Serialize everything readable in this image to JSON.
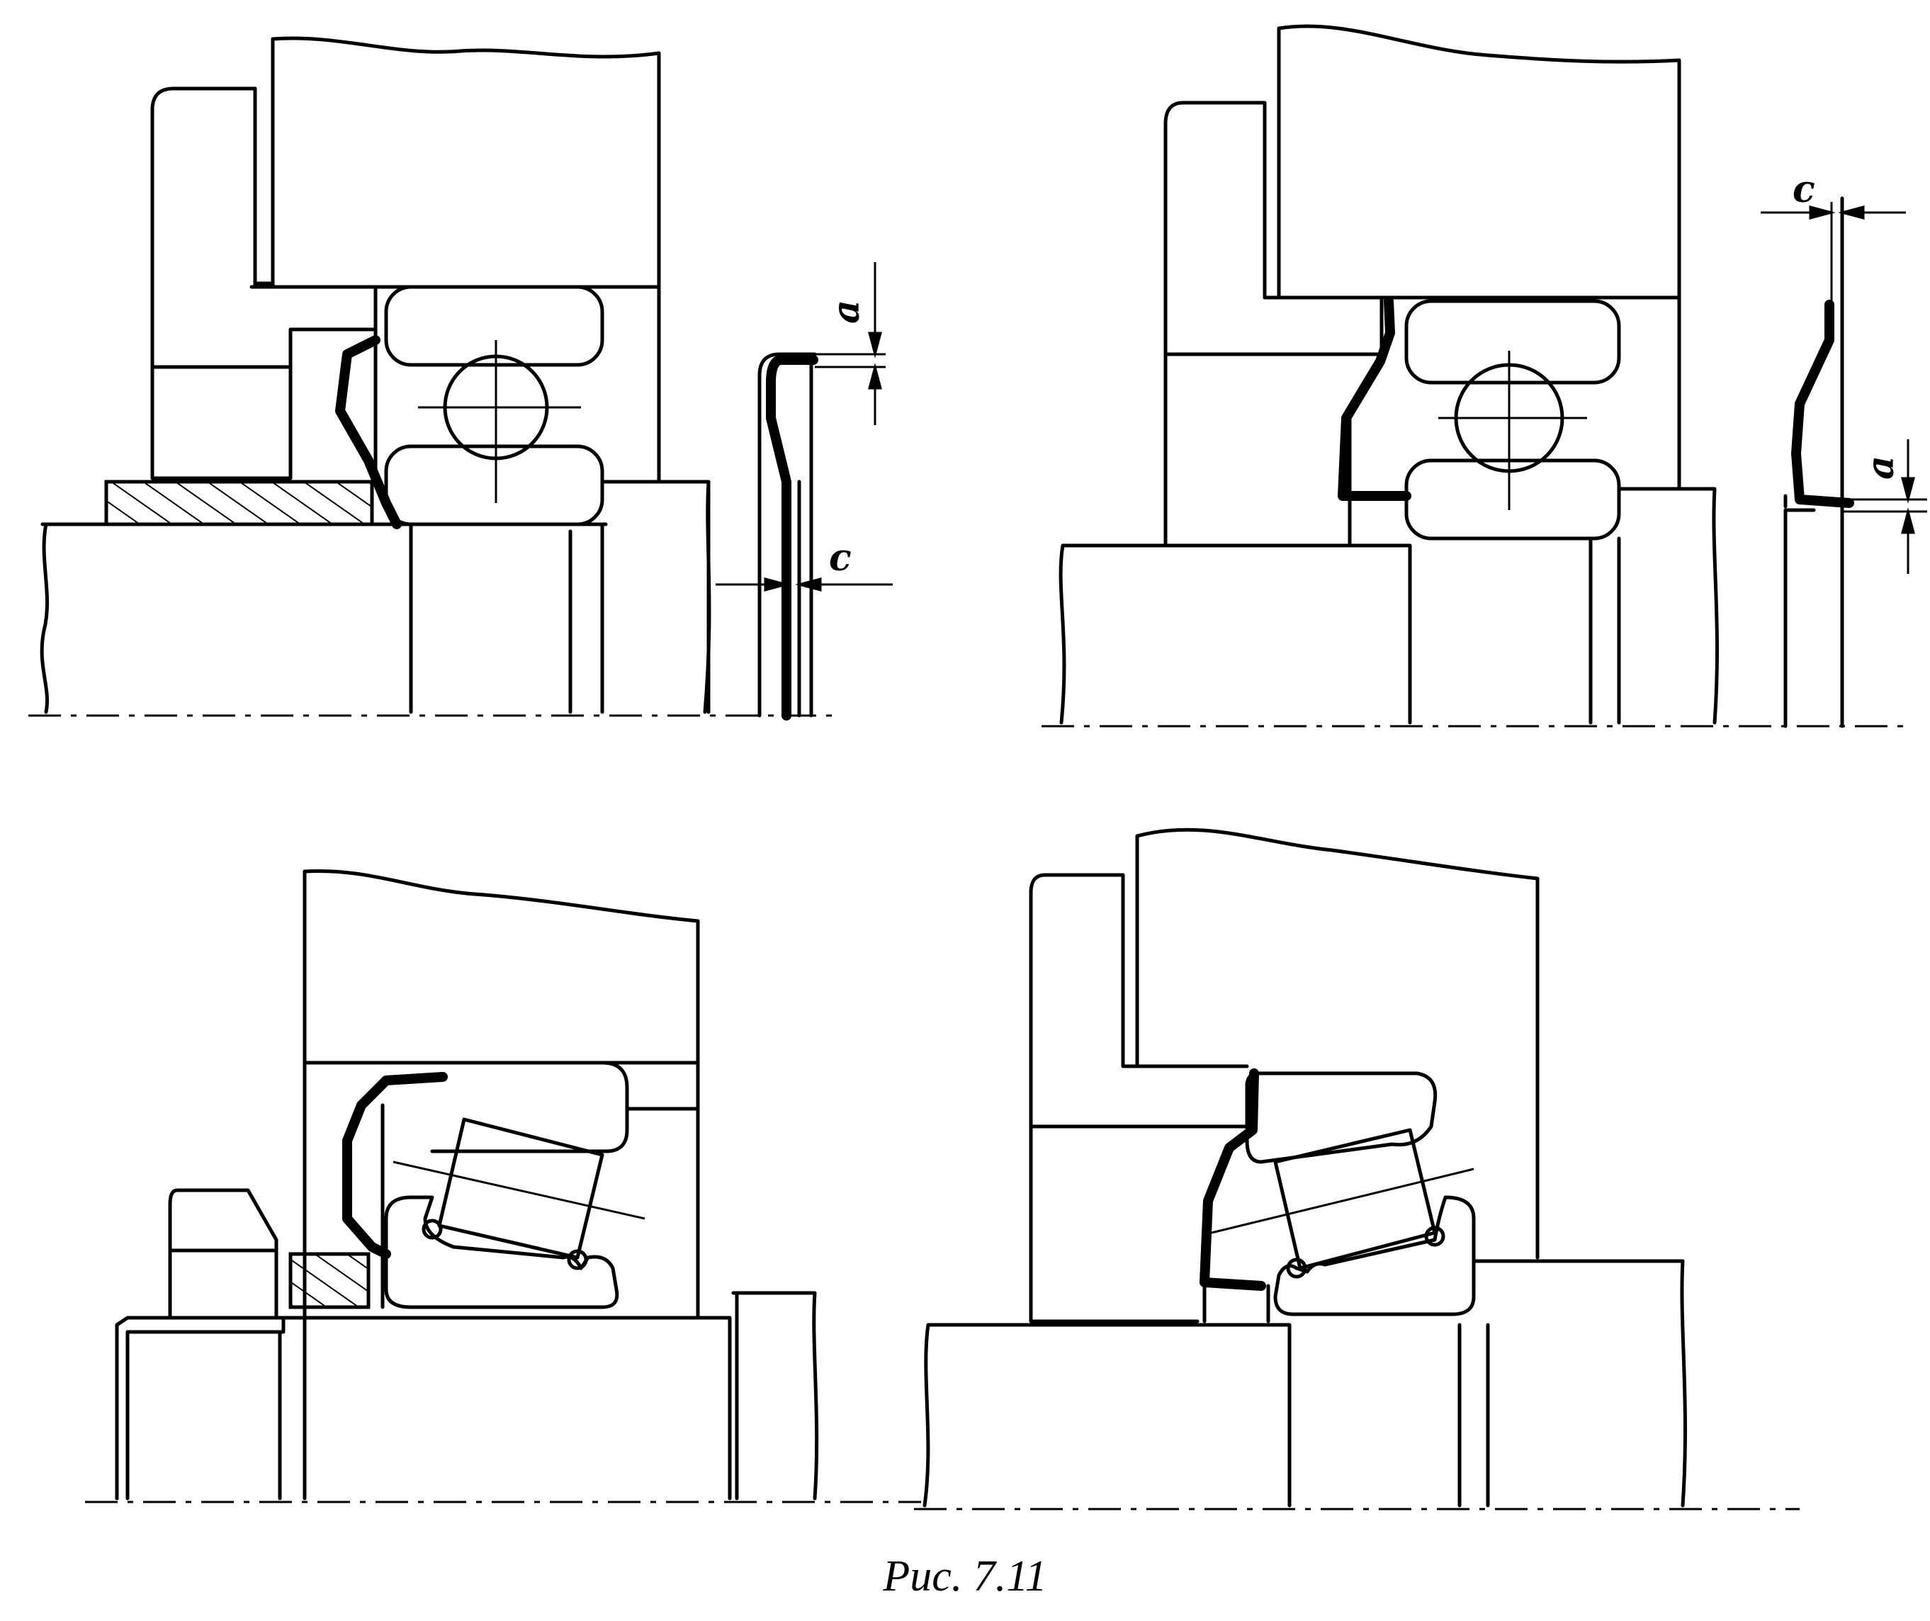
{
  "figure": {
    "caption": "Рис. 7.11",
    "dimension_labels": {
      "a": "a",
      "c": "c"
    }
  }
}
